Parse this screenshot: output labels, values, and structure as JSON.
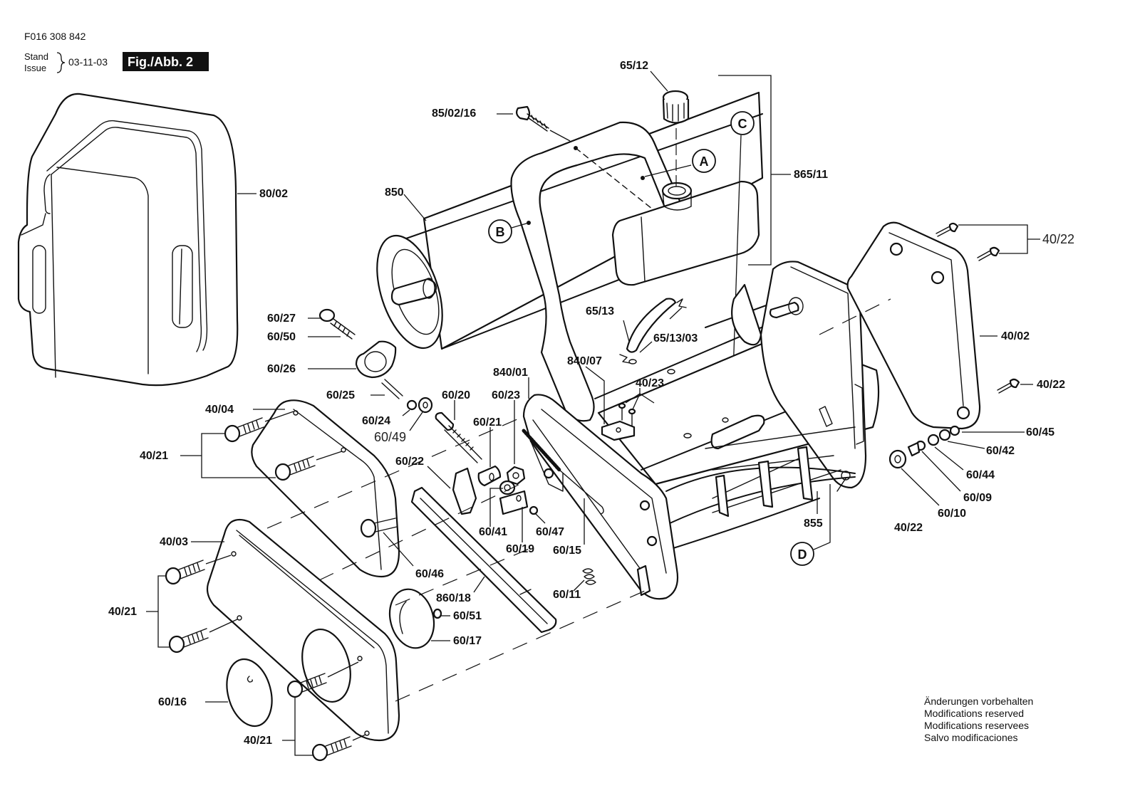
{
  "header": {
    "doc_number": "F016 308 842",
    "stand_label": "Stand",
    "issue_label": "Issue",
    "date": "03-11-03",
    "figure_label": "Fig./Abb. 2"
  },
  "reference_markers": {
    "A": "A",
    "B": "B",
    "C": "C",
    "D": "D"
  },
  "part_labels": {
    "p_65_12": "65/12",
    "p_85_02_16": "85/02/16",
    "p_865_11": "865/11",
    "p_80_02": "80/02",
    "p_850": "850",
    "p_40_22_top": "40/22",
    "p_40_02": "40/02",
    "p_40_22_mid": "40/22",
    "p_60_27": "60/27",
    "p_60_50": "60/50",
    "p_65_13": "65/13",
    "p_65_13_03": "65/13/03",
    "p_60_26": "60/26",
    "p_840_01": "840/01",
    "p_840_07": "840/07",
    "p_60_25": "60/25",
    "p_60_20": "60/20",
    "p_60_23": "60/23",
    "p_40_23": "40/23",
    "p_40_04": "40/04",
    "p_60_24": "60/24",
    "p_60_49": "60/49",
    "p_60_21": "60/21",
    "p_60_45": "60/45",
    "p_40_21_a": "40/21",
    "p_60_22": "60/22",
    "p_60_42": "60/42",
    "p_60_44": "60/44",
    "p_60_09": "60/09",
    "p_60_10": "60/10",
    "p_40_22_low": "40/22",
    "p_855": "855",
    "p_60_41": "60/41",
    "p_60_47": "60/47",
    "p_40_03": "40/03",
    "p_60_19": "60/19",
    "p_60_15": "60/15",
    "p_60_46": "60/46",
    "p_860_18": "860/18",
    "p_60_11": "60/11",
    "p_40_21_b": "40/21",
    "p_60_51": "60/51",
    "p_60_17": "60/17",
    "p_60_16": "60/16",
    "p_40_21_c": "40/21"
  },
  "notice": {
    "line1": "Änderungen vorbehalten",
    "line2": "Modifications reserved",
    "line3": "Modifications reservees",
    "line4": "Salvo modificaciones"
  }
}
